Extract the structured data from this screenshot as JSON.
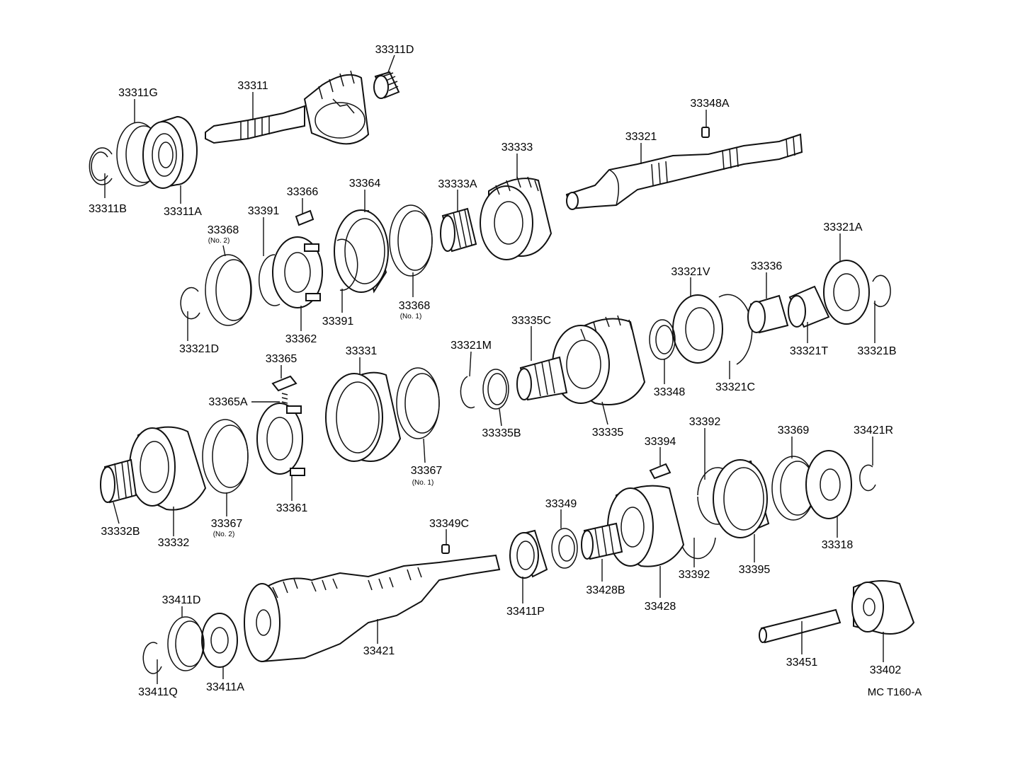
{
  "diagram_code": "MC T160-A",
  "parts": {
    "p33311D": "33311D",
    "p33311": "33311",
    "p33311G": "33311G",
    "p33311B": "33311B",
    "p33311A": "33311A",
    "p33348A": "33348A",
    "p33321": "33321",
    "p33333": "33333",
    "p33333A": "33333A",
    "p33364": "33364",
    "p33366": "33366",
    "p33391a": "33391",
    "p33368n2": "33368",
    "p33368n2_sub": "(No. 2)",
    "p33321D": "33321D",
    "p33362": "33362",
    "p33391b": "33391",
    "p33368n1": "33368",
    "p33368n1_sub": "(No. 1)",
    "p33321A": "33321A",
    "p33321V": "33321V",
    "p33336": "33336",
    "p33321T": "33321T",
    "p33321B": "33321B",
    "p33321C": "33321C",
    "p33348": "33348",
    "p33335C": "33335C",
    "p33321M": "33321M",
    "p33335B": "33335B",
    "p33335": "33335",
    "p33365": "33365",
    "p33365A": "33365A",
    "p33331": "33331",
    "p33367n1": "33367",
    "p33367n1_sub": "(No. 1)",
    "p33361": "33361",
    "p33367n2": "33367",
    "p33367n2_sub": "(No. 2)",
    "p33332B": "33332B",
    "p33332": "33332",
    "p33392a": "33392",
    "p33394": "33394",
    "p33369": "33369",
    "p33421R": "33421R",
    "p33318": "33318",
    "p33395": "33395",
    "p33392b": "33392",
    "p33428": "33428",
    "p33428B": "33428B",
    "p33349": "33349",
    "p33349C": "33349C",
    "p33411P": "33411P",
    "p33421": "33421",
    "p33411D": "33411D",
    "p33411A": "33411A",
    "p33411Q": "33411Q",
    "p33451": "33451",
    "p33402": "33402"
  }
}
